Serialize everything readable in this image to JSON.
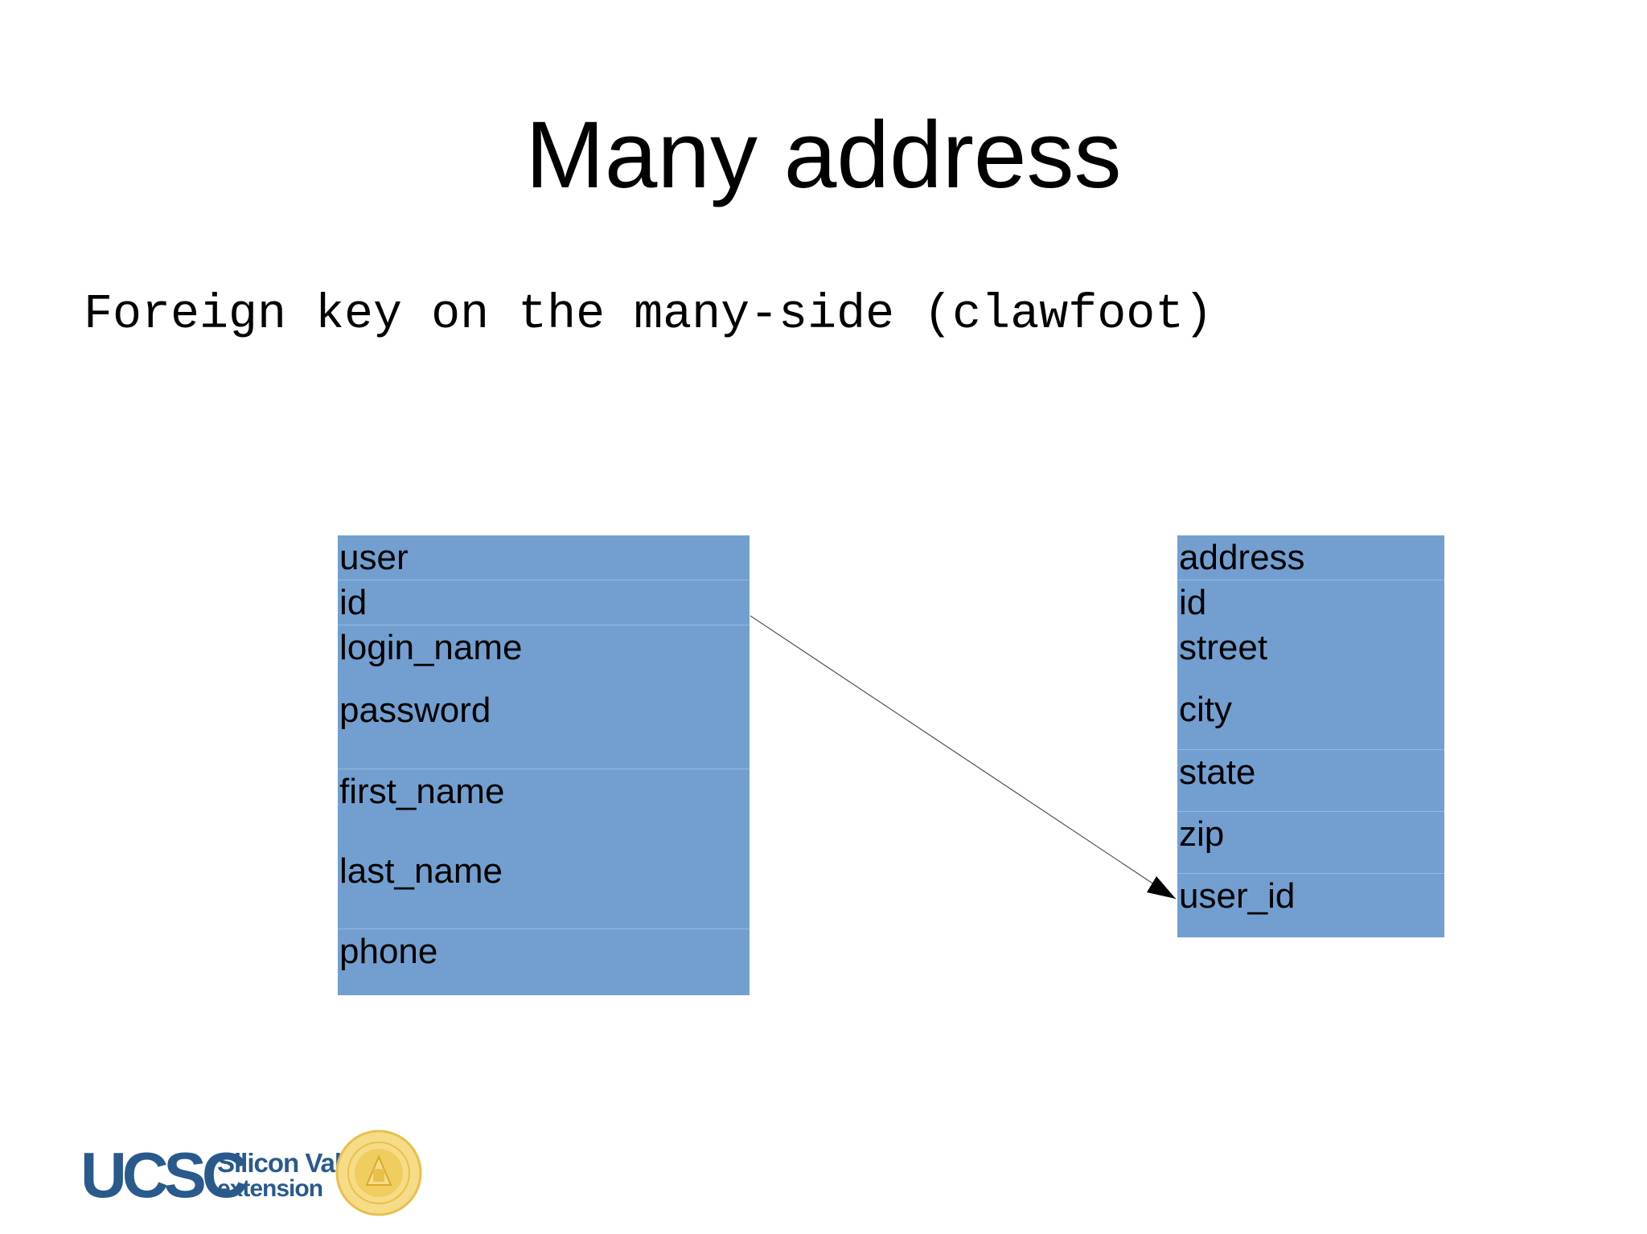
{
  "slide": {
    "title": "Many address",
    "subtitle": "Foreign key on the many-side (clawfoot)"
  },
  "user_table": {
    "rows": [
      "user",
      "id",
      "login_name",
      "password",
      "first_name",
      "last_name",
      "phone"
    ]
  },
  "address_table": {
    "rows": [
      "address",
      "id",
      "street",
      "city",
      "state",
      "zip",
      "user_id"
    ]
  },
  "relationship": {
    "from": "user.id",
    "to": "address.user_id"
  },
  "logo": {
    "ucsc": "UCSC",
    "line1": "Silicon Valley",
    "line2": "extension",
    "colors": {
      "blue": "#2a5a8c",
      "gold": "#e8c04a"
    }
  },
  "colors": {
    "table_fill": "#729fcf",
    "row_divider": "#98b9e0"
  }
}
